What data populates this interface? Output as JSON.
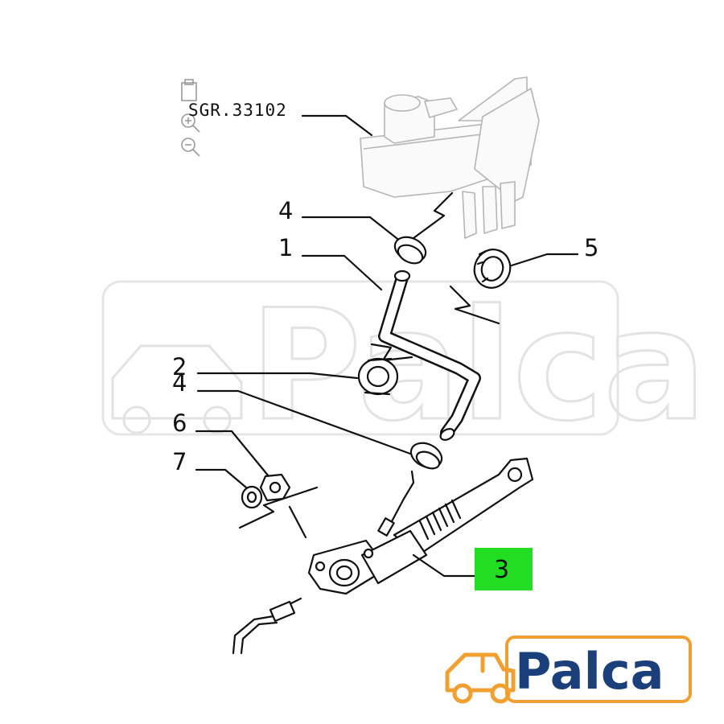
{
  "reference": "SGR.33102",
  "callouts": {
    "c1": "1",
    "c2": "2",
    "c3": "3",
    "c4a": "4",
    "c4b": "4",
    "c5": "5",
    "c6": "6",
    "c7": "7"
  },
  "highlight_color": "#22dd22",
  "logo": {
    "text": "Palca",
    "text_color": "#1b3f7a",
    "icon_color": "#f0a030"
  },
  "watermark": {
    "text": "Palca"
  },
  "icons": [
    "zoom-in-icon",
    "zoom-out-icon",
    "clipboard-icon",
    "car-icon"
  ]
}
